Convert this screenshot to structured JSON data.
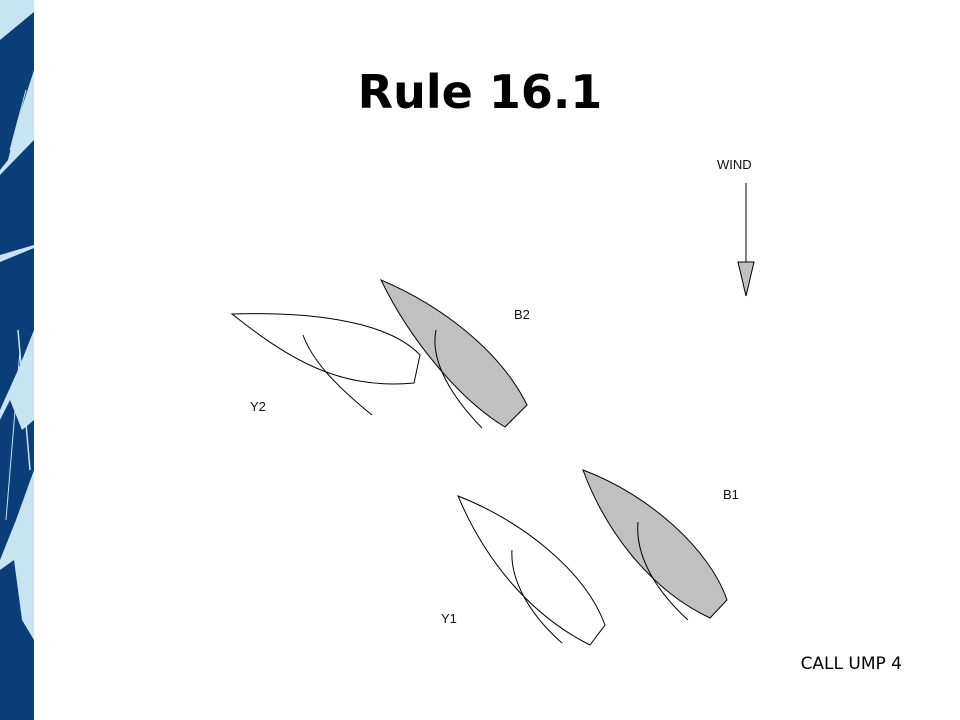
{
  "slide": {
    "title": "Rule 16.1",
    "footer": "CALL UMP 4"
  },
  "diagram": {
    "wind_label": "WIND",
    "boats": [
      {
        "id": "Y2",
        "label": "Y2",
        "color": "yellow",
        "fill": "#ffffff"
      },
      {
        "id": "B2",
        "label": "B2",
        "color": "blue",
        "fill": "#c0c0c0"
      },
      {
        "id": "Y1",
        "label": "Y1",
        "color": "yellow",
        "fill": "#ffffff"
      },
      {
        "id": "B1",
        "label": "B1",
        "color": "blue",
        "fill": "#c0c0c0"
      }
    ]
  },
  "theme": {
    "strip_dark": "#0b3d78",
    "strip_light": "#c6e4f1"
  }
}
